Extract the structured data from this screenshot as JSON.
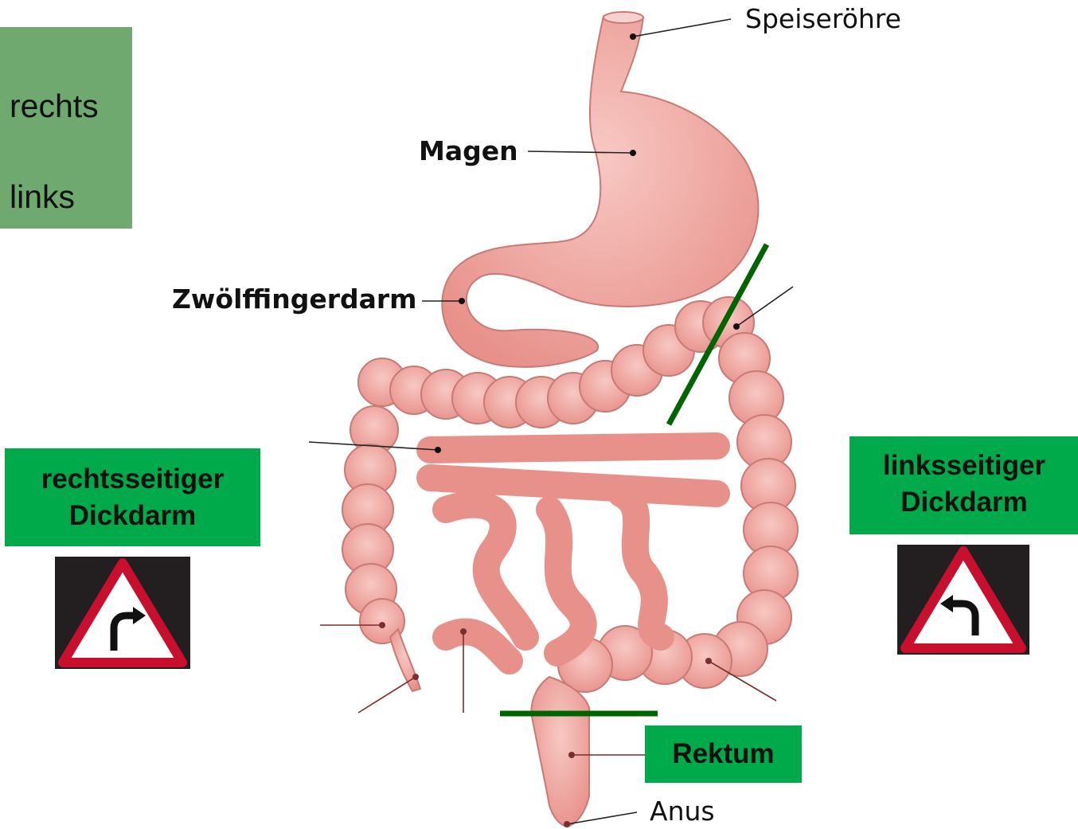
{
  "orientation_box": {
    "line1": "rechts",
    "line2": "links"
  },
  "labels": {
    "esophagus": "Speiseröhre",
    "stomach": "Magen",
    "duodenum": "Zwölffingerdarm",
    "anus": "Anus"
  },
  "boxes": {
    "right_colon": {
      "line1": "rechtsseitiger",
      "line2": "Dickdarm"
    },
    "left_colon": {
      "line1": "linksseitiger",
      "line2": "Dickdarm"
    },
    "rectum": "Rektum"
  },
  "signs": {
    "right": "curve-right-warning-sign-icon",
    "left": "curve-left-warning-sign-icon"
  },
  "colors": {
    "organ_fill": "#f2a9a4",
    "organ_stroke": "#c97a76",
    "highlight_box": "#00aa4b",
    "orientation_box": "#6fa96f",
    "divider": "#006400"
  }
}
